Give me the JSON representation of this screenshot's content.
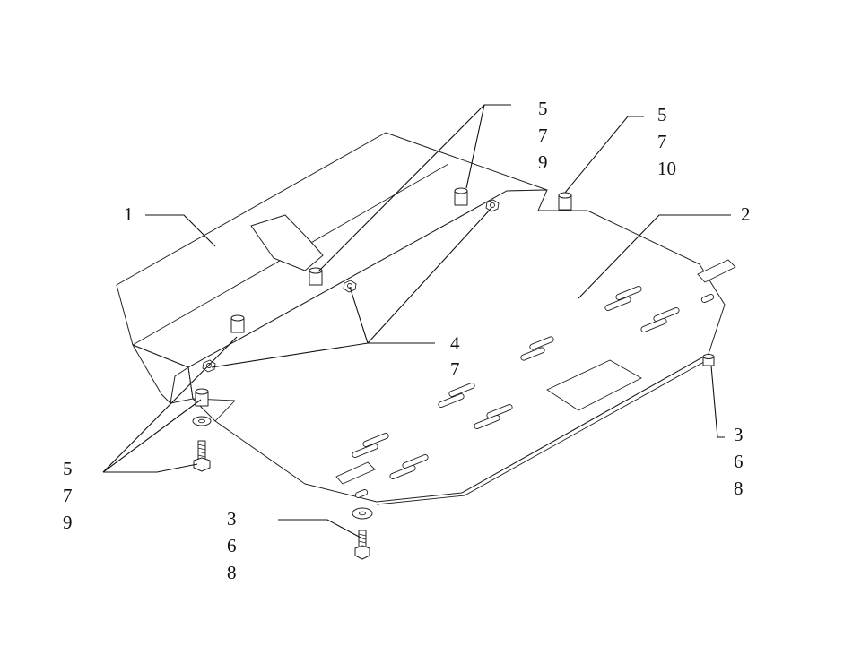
{
  "diagram": {
    "callouts": {
      "part_1": "1",
      "part_2": "2",
      "top_center": [
        "5",
        "7",
        "9"
      ],
      "top_right": [
        "5",
        "7",
        "10"
      ],
      "middle": [
        "4",
        "7"
      ],
      "left_bottom": [
        "5",
        "7",
        "9"
      ],
      "right_bottom": [
        "3",
        "6",
        "8"
      ],
      "center_bottom": [
        "3",
        "6",
        "8"
      ]
    }
  }
}
